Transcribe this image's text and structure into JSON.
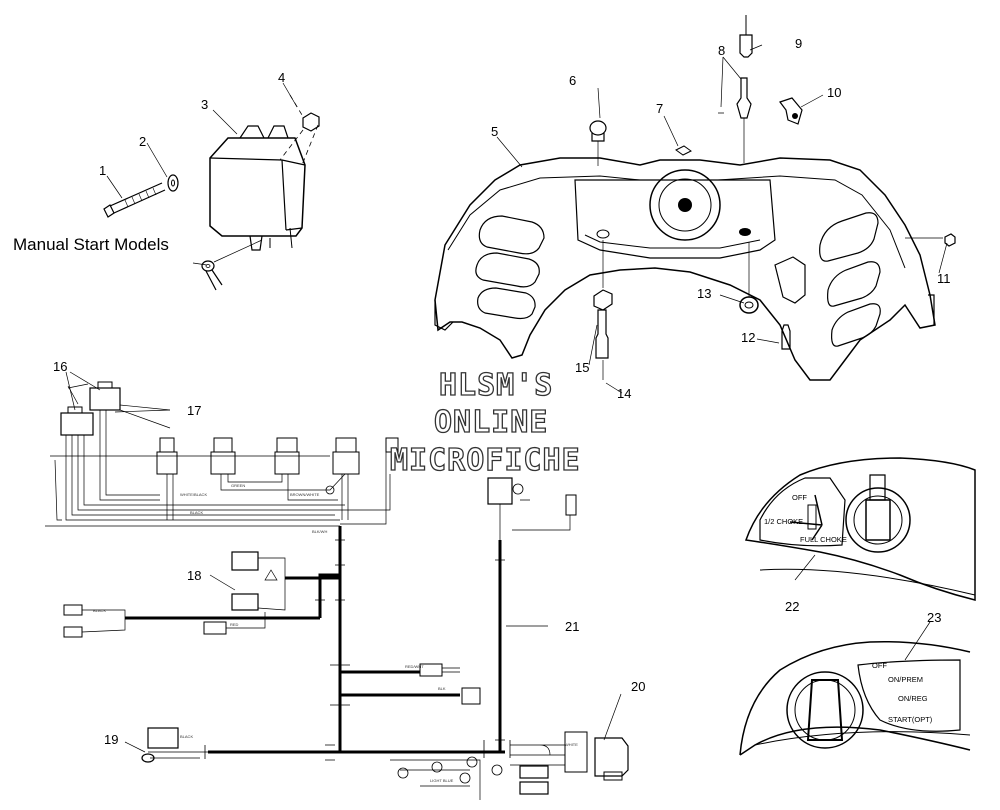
{
  "title_text": "Manual Start Models",
  "watermark": [
    "HLSM'S",
    "ONLINE",
    "MICROFICHE"
  ],
  "callouts": [
    "1",
    "2",
    "3",
    "4",
    "5",
    "6",
    "7",
    "8",
    "9",
    "10",
    "11",
    "12",
    "13",
    "14",
    "15",
    "16",
    "17",
    "18",
    "19",
    "20",
    "21",
    "22",
    "23"
  ],
  "choke_panel": {
    "labels": [
      "OFF",
      "1/2 CHOKE",
      "FULL CHOKE"
    ]
  },
  "key_panel": {
    "labels": [
      "OFF",
      "ON/PREM",
      "ON/REG",
      "START(OPT)"
    ]
  }
}
